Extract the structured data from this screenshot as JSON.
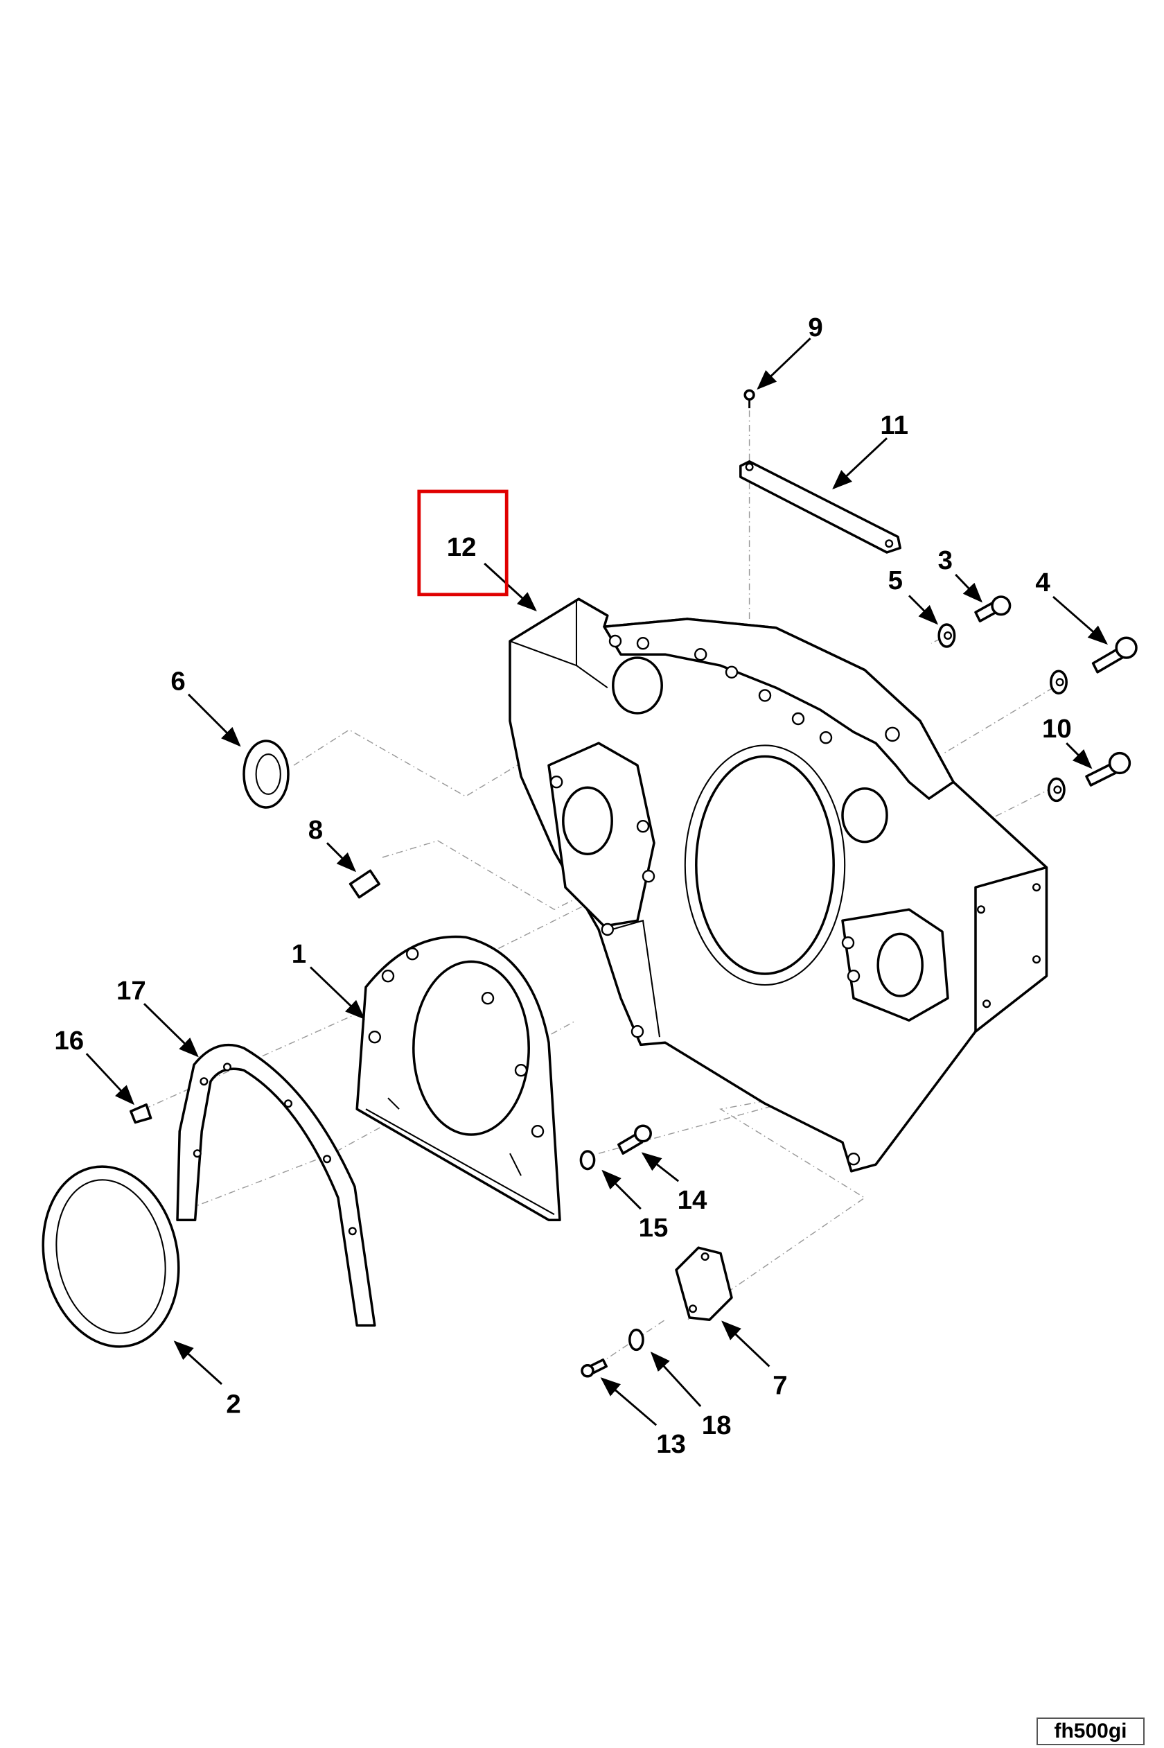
{
  "diagram": {
    "callouts": {
      "c1": "1",
      "c2": "2",
      "c3": "3",
      "c4": "4",
      "c5": "5",
      "c6": "6",
      "c7": "7",
      "c8": "8",
      "c9": "9",
      "c10": "10",
      "c11": "11",
      "c12": "12",
      "c13": "13",
      "c14": "14",
      "c15": "15",
      "c16": "16",
      "c17": "17",
      "c18": "18"
    },
    "highlighted_callout": "12",
    "highlight_color": "#e00000",
    "figure_id": "fh500gi"
  }
}
